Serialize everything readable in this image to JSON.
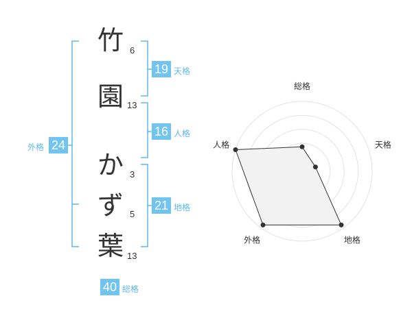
{
  "name": {
    "chars": [
      {
        "char": "竹",
        "strokes": "6"
      },
      {
        "char": "園",
        "strokes": "13"
      },
      {
        "char": "か",
        "strokes": "3"
      },
      {
        "char": "ず",
        "strokes": "5"
      },
      {
        "char": "葉",
        "strokes": "13"
      }
    ]
  },
  "scores": {
    "tenkaku": {
      "value": "19",
      "label": "天格"
    },
    "jinkaku": {
      "value": "16",
      "label": "人格"
    },
    "chikaku": {
      "value": "21",
      "label": "地格"
    },
    "gaikaku": {
      "value": "24",
      "label": "外格"
    },
    "soukaku": {
      "value": "40",
      "label": "総格"
    }
  },
  "radar": {
    "axes": [
      "総格",
      "天格",
      "地格",
      "外格",
      "人格"
    ],
    "levels": 5,
    "values": [
      0.35,
      0.2,
      0.95,
      0.95,
      1.0
    ]
  },
  "colors": {
    "accent": "#71c4f0",
    "bracket": "#5fb8ea",
    "polygon_fill": "#f2f2f2",
    "ring": "#e3e3e3"
  }
}
